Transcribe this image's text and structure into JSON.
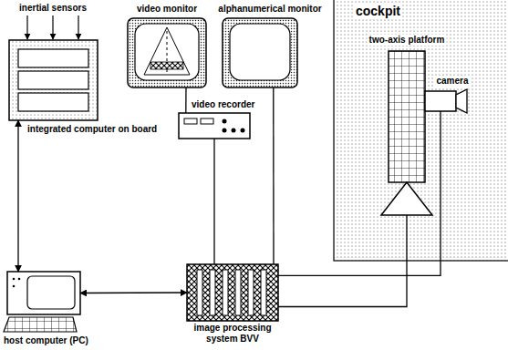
{
  "diagram": {
    "nodes": [
      {
        "text": [
          "video monitor"
        ]
      },
      {
        "text": [
          "alphanumerical monitor"
        ]
      },
      {
        "text": [
          "cockpit"
        ]
      },
      {
        "text": [
          "two-axis platform"
        ],
        "in": 2
      },
      {
        "text": [
          "camera"
        ],
        "in": 2
      },
      {
        "text": [
          "integrated computer on board"
        ]
      },
      {
        "text": [
          "video recorder"
        ]
      },
      {
        "text": [
          "host computer (PC)"
        ]
      },
      {
        "text": [
          "image processing system BVV"
        ]
      }
    ],
    "edges": [
      {
        "from": 5,
        "to": 7,
        "arrow": "both"
      },
      {
        "from": 7,
        "to": 8,
        "arrow": "both"
      },
      {
        "from": 6,
        "to": 0,
        "arrow": "none"
      },
      {
        "from": 6,
        "to": 8,
        "arrow": "none"
      },
      {
        "from": 8,
        "to": 1,
        "arrow": "none"
      },
      {
        "from": 8,
        "to": 4,
        "arrow": "none"
      },
      {
        "from": 8,
        "to": 3,
        "arrow": "none"
      }
    ],
    "labels": [
      "inertial sensors"
    ]
  }
}
